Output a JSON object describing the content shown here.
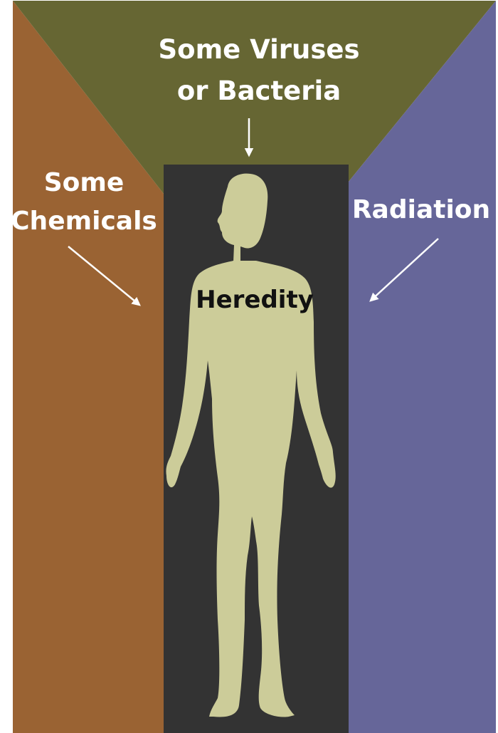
{
  "labels": {
    "top_line1": "Some Viruses",
    "top_line2": "or Bacteria",
    "left_line1": "Some",
    "left_line2": "Chemicals",
    "right": "Radiation",
    "center": "Heredity"
  },
  "colors": {
    "left_region": "#9a6333",
    "top_region": "#666633",
    "right_region": "#666699",
    "center_region": "#333333",
    "body_silhouette": "#cccc99",
    "label_light": "#ffffff",
    "label_dark": "#111111"
  }
}
